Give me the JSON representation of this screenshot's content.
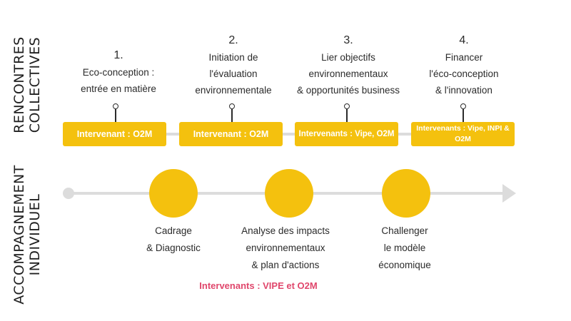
{
  "section_labels": {
    "collective": [
      "RENCONTRES",
      "COLLECTIVES"
    ],
    "individual": [
      "ACCOMPAGNEMENT",
      "INDIVIDUEL"
    ]
  },
  "meetings": [
    {
      "number": "1.",
      "lines": [
        "Eco-conception :",
        "entrée en matière"
      ],
      "speakers": "Intervenant : O2M"
    },
    {
      "number": "2.",
      "lines": [
        "Initiation de",
        "l'évaluation",
        "environnementale"
      ],
      "speakers": "Intervenant : O2M"
    },
    {
      "number": "3.",
      "lines": [
        "Lier objectifs",
        "environnementaux",
        "& opportunités business"
      ],
      "speakers": "Intervenants : Vipe, O2M"
    },
    {
      "number": "4.",
      "lines": [
        "Financer",
        "l'éco-conception",
        "& l'innovation"
      ],
      "speakers": "Intervenants : Vipe, INPI & O2M"
    }
  ],
  "individual_steps": [
    {
      "lines": [
        "Cadrage",
        "& Diagnostic"
      ]
    },
    {
      "lines": [
        "Analyse des impacts",
        "environnementaux",
        "& plan d'actions"
      ]
    },
    {
      "lines": [
        "Challenger",
        "le modèle",
        "économique"
      ]
    }
  ],
  "footer_speakers": "Intervenants : VIPE et O2M",
  "colors": {
    "accent": "#f4c10e",
    "line": "#dcdcdc",
    "footer_text": "#e0476c"
  }
}
